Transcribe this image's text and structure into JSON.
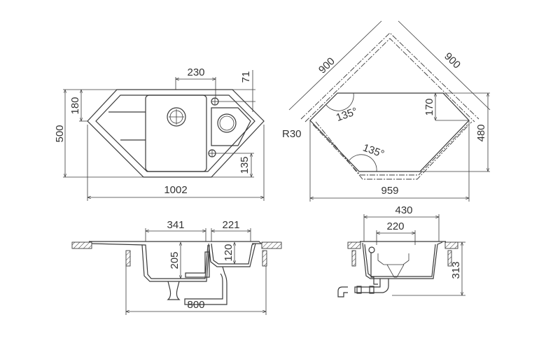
{
  "top_view_corner_left": {
    "dims": {
      "overall_width": "1002",
      "overall_depth": "500",
      "side_depth": "180",
      "tap_offset": "230",
      "tap_from_edge": "71",
      "bottom_tap": "135"
    }
  },
  "top_view_corner_right": {
    "dims": {
      "wall_left": "900",
      "wall_right": "900",
      "angle_top": "135°",
      "angle_bottom": "135°",
      "radius": "R30",
      "depth_offset": "170",
      "depth": "480",
      "width": "959"
    }
  },
  "side_view_left": {
    "dims": {
      "bowl_width": "341",
      "small_bowl_width": "221",
      "bowl_depth": "205",
      "small_bowl_depth": "120",
      "cabinet_width": "800"
    }
  },
  "side_view_right": {
    "dims": {
      "outer_width": "430",
      "inner_width": "220",
      "total_height": "313"
    }
  },
  "colors": {
    "line": "#3a3a3a",
    "background": "#ffffff"
  }
}
